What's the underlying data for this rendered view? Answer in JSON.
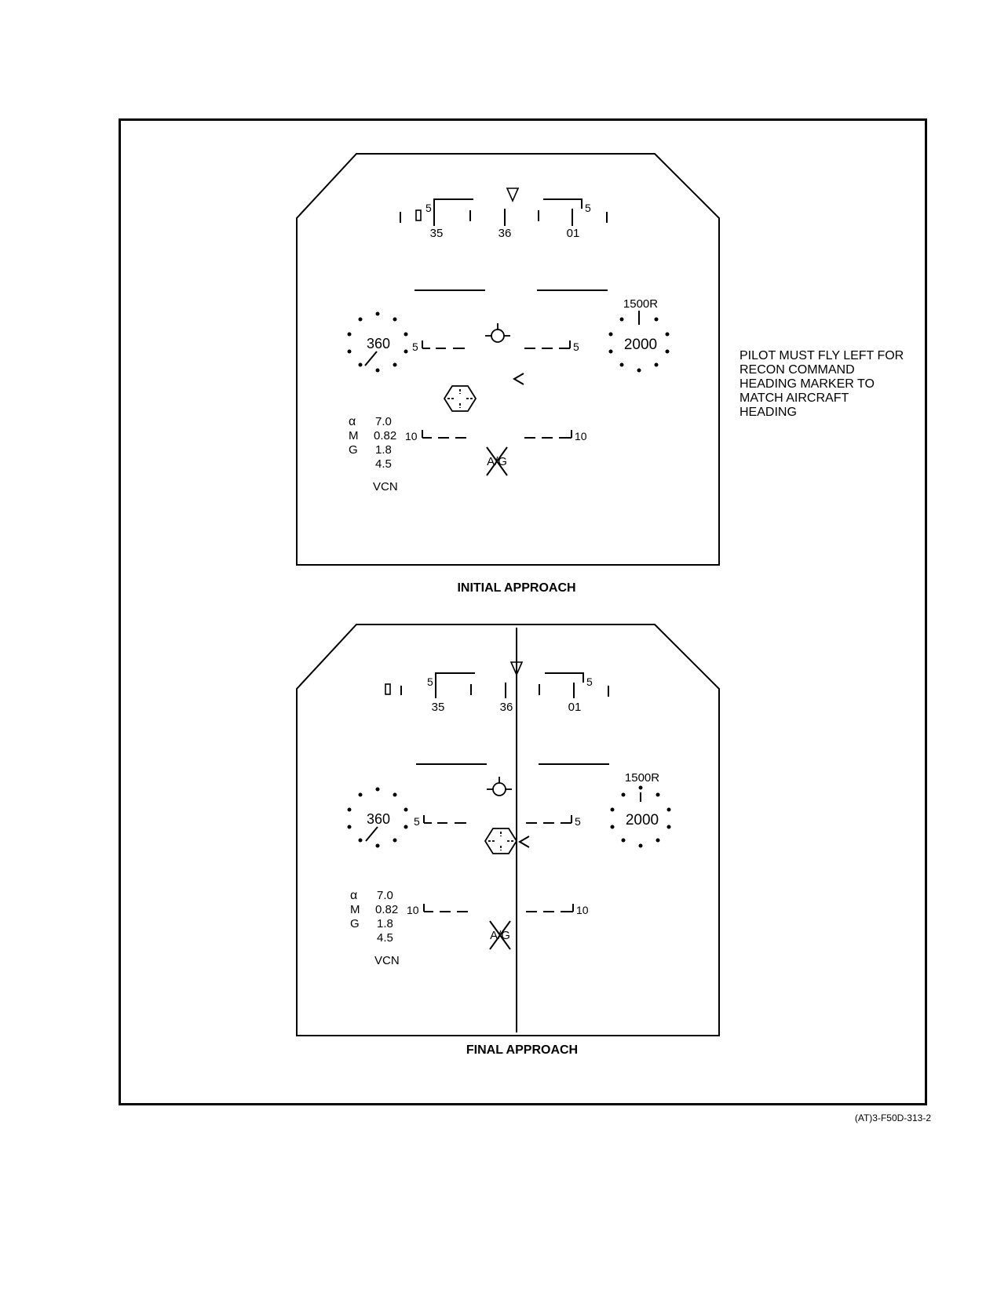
{
  "panels": [
    {
      "caption": "INITIAL APPROACH",
      "heading_scale": {
        "tick_5_left": "5",
        "tick_5_right": "5",
        "left": "35",
        "center": "36",
        "right": "01"
      },
      "airspeed": "360",
      "altitude": "2000",
      "radar_altitude": "1500R",
      "pitch_ladder": {
        "upper_left": "5",
        "upper_right": "5",
        "lower_left": "10",
        "lower_right": "10"
      },
      "data_block": {
        "alpha_symbol": "α",
        "alpha": "7.0",
        "mach_label": "M",
        "mach": "0.82",
        "g_label": "G",
        "g": "1.8",
        "g_max": "4.5"
      },
      "mode": "VCN",
      "master_mode": "A/G"
    },
    {
      "caption": "FINAL APPROACH",
      "heading_scale": {
        "tick_5_left": "5",
        "tick_5_right": "5",
        "left": "35",
        "center": "36",
        "right": "01"
      },
      "airspeed": "360",
      "altitude": "2000",
      "radar_altitude": "1500R",
      "pitch_ladder": {
        "upper_left": "5",
        "upper_right": "5",
        "lower_left": "10",
        "lower_right": "10"
      },
      "data_block": {
        "alpha_symbol": "α",
        "alpha": "7.0",
        "mach_label": "M",
        "mach": "0.82",
        "g_label": "G",
        "g": "1.8",
        "g_max": "4.5"
      },
      "mode": "VCN",
      "master_mode": "A/G"
    }
  ],
  "note": [
    "PILOT MUST FLY LEFT FOR",
    "RECON COMMAND",
    "HEADING MARKER TO",
    "MATCH AIRCRAFT",
    "HEADING"
  ],
  "document_id": "(AT)3-F50D-313-2"
}
